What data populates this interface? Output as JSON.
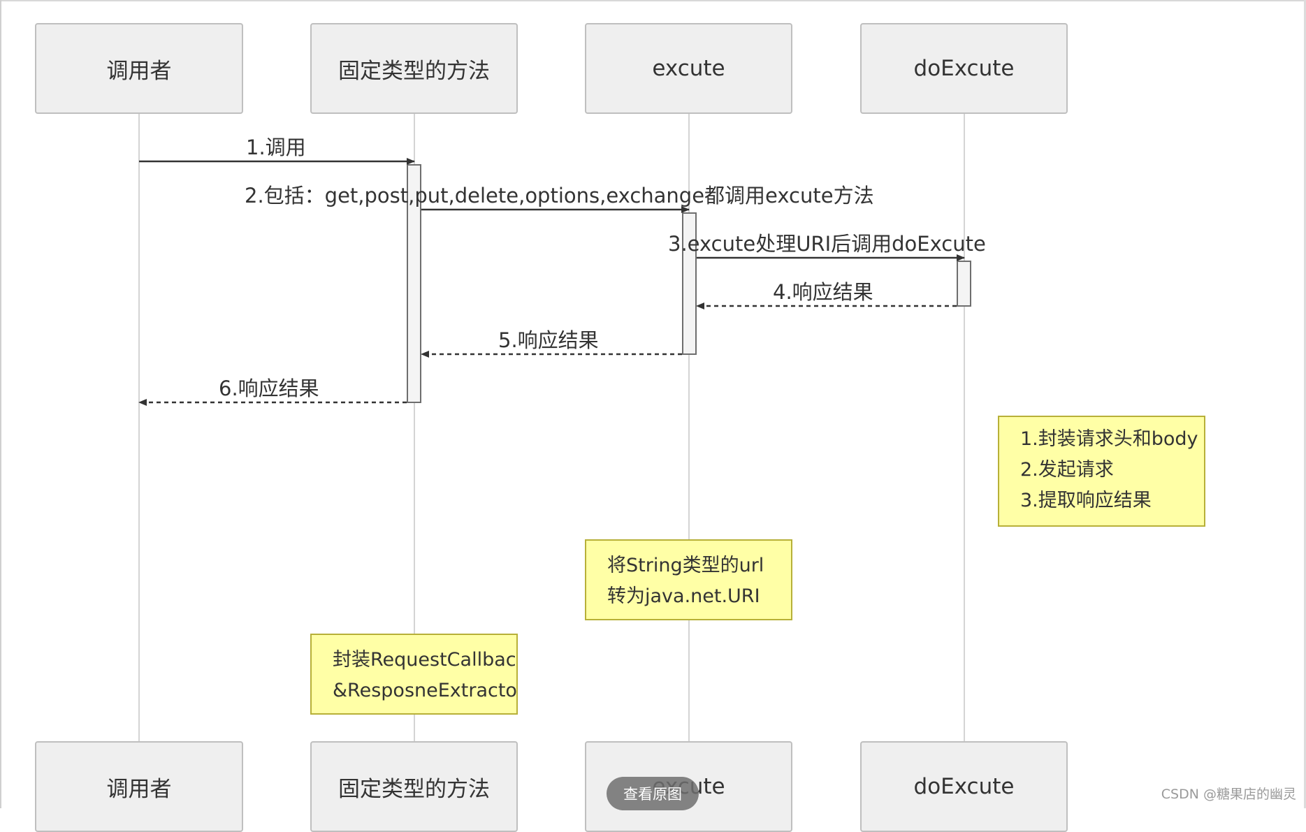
{
  "participants": [
    "调用者",
    "固定类型的方法",
    "excute",
    "doExcute"
  ],
  "messages": [
    {
      "label": "1.调用",
      "type": "sync"
    },
    {
      "label": "2.包括：get,post,put,delete,options,exchange都调用excute方法",
      "type": "sync"
    },
    {
      "label": "3.excute处理URI后调用doExcute",
      "type": "sync"
    },
    {
      "label": "4.响应结果",
      "type": "return"
    },
    {
      "label": "5.响应结果",
      "type": "return"
    },
    {
      "label": "6.响应结果",
      "type": "return"
    }
  ],
  "notes": [
    {
      "lines": [
        "1.封装请求头和body",
        "2.发起请求",
        "3.提取响应结果"
      ]
    },
    {
      "lines": [
        "将String类型的url",
        "转为java.net.URI"
      ]
    },
    {
      "lines": [
        "封装RequestCallback",
        "&ResposneExtractor"
      ]
    }
  ],
  "view_original_button": "查看原图",
  "watermark": "CSDN @糖果店的幽灵",
  "colors": {
    "note_fill": "#ffffa6",
    "note_border": "#b7b038",
    "participant_fill": "#efefef",
    "arrow": "#333333"
  }
}
